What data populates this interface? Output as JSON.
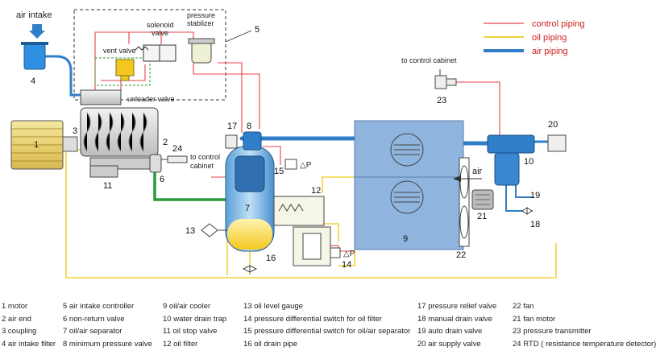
{
  "labels": {
    "air_intake": "air intake",
    "solenoid_valve": [
      "solenoid",
      "valve"
    ],
    "pressure_stablizer": [
      "pressure",
      "stablizer"
    ],
    "vent_valve": "vent valve",
    "unloader_valve": "unloader valve",
    "to_control_cabinet_top": "to control cabinet",
    "to_control_cabinet_mid": [
      "to control",
      "cabinet"
    ],
    "air_arrow": "air",
    "delta_p": "△P"
  },
  "legend": [
    {
      "label": "control piping",
      "color": "#e8404a"
    },
    {
      "label": "oil piping",
      "color": "#f2d23a"
    },
    {
      "label": "air piping",
      "color": "#2f7fc8"
    }
  ],
  "callouts": [
    "1",
    "2",
    "3",
    "4",
    "5",
    "6",
    "7",
    "8",
    "9",
    "10",
    "11",
    "12",
    "13",
    "14",
    "15",
    "16",
    "17",
    "18",
    "19",
    "20",
    "21",
    "22",
    "23",
    "24"
  ],
  "parts": [
    [
      "1 motor",
      "2 air end",
      "3 coupling",
      "4 air intake filter"
    ],
    [
      "5 air intake controller",
      "6 non-return valve",
      "7 oil/air separator",
      "8 minimum pressure valve"
    ],
    [
      "9 oil/air cooler",
      "10 water drain trap",
      "11 oil stop valve",
      "12 oil filter"
    ],
    [
      "13 oil level gauge",
      "14 pressure differential switch for oil filter",
      "15 pressure differential switch for oil/air separator",
      "16 oil drain pipe"
    ],
    [
      "17 pressure relief valve",
      "18 manual drain valve",
      "19 auto drain valve",
      "20 air supply valve"
    ],
    [
      "22 fan",
      "21 fan motor",
      "23 pressure transmitter",
      "24 RTD ( resistance temperature detector)"
    ]
  ]
}
